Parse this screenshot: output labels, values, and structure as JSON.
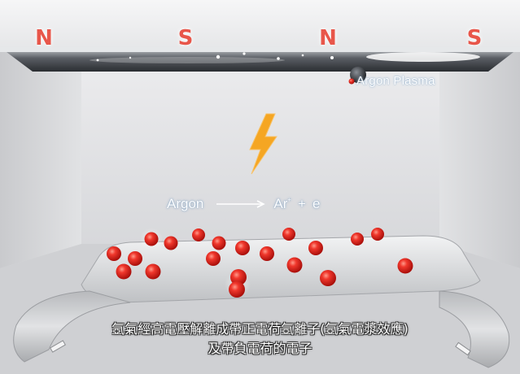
{
  "poles": [
    {
      "label": "N"
    },
    {
      "label": "S"
    },
    {
      "label": "N"
    },
    {
      "label": "S"
    }
  ],
  "plasma_label": "Argon Plasma",
  "equation": {
    "reactant": "Argon",
    "ion": "Ar",
    "ion_charge": "+",
    "plus": "+",
    "electron": "e"
  },
  "caption": {
    "line1": "氬氣經高電壓解離成帶正電荷氬離子(氬氣電漿效應)",
    "line2": "及帶負電荷的電子"
  },
  "colors": {
    "pole_text": "#e8564a",
    "particle": "#e8201c",
    "lightning": "#f5a623"
  }
}
